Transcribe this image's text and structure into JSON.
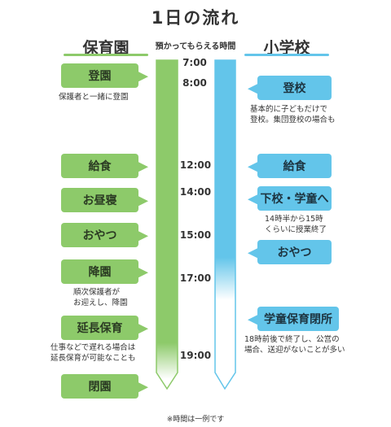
{
  "title": "1日の流れ",
  "left_column": {
    "heading": "保育園",
    "color": "#8dca6a"
  },
  "right_column": {
    "heading": "小学校",
    "color": "#63c5ea"
  },
  "center_heading": "預かってもらえる時間",
  "times": [
    "7:00",
    "8:00",
    "12:00",
    "14:00",
    "15:00",
    "17:00",
    "19:00"
  ],
  "nursery_events": [
    {
      "label": "登園",
      "note": "保護者と一緒に登園"
    },
    {
      "label": "給食",
      "note": ""
    },
    {
      "label": "お昼寝",
      "note": ""
    },
    {
      "label": "おやつ",
      "note": ""
    },
    {
      "label": "降園",
      "note": "順次保護者が\nお迎えし、降園"
    },
    {
      "label": "延長保育",
      "note": "仕事などで遅れる場合は\n延長保育が可能なことも"
    },
    {
      "label": "閉園",
      "note": ""
    }
  ],
  "school_events": [
    {
      "label": "登校",
      "note": "基本的に子どもだけで\n登校。集団登校の場合も"
    },
    {
      "label": "給食",
      "note": ""
    },
    {
      "label": "下校・学童へ",
      "note": "14時半から15時\nくらいに授業終了"
    },
    {
      "label": "おやつ",
      "note": ""
    },
    {
      "label": "学童保育閉所",
      "note": "18時前後で終了し、公営の\n場合、送迎がないことが多い"
    }
  ],
  "footnote": "※時間は一例です"
}
